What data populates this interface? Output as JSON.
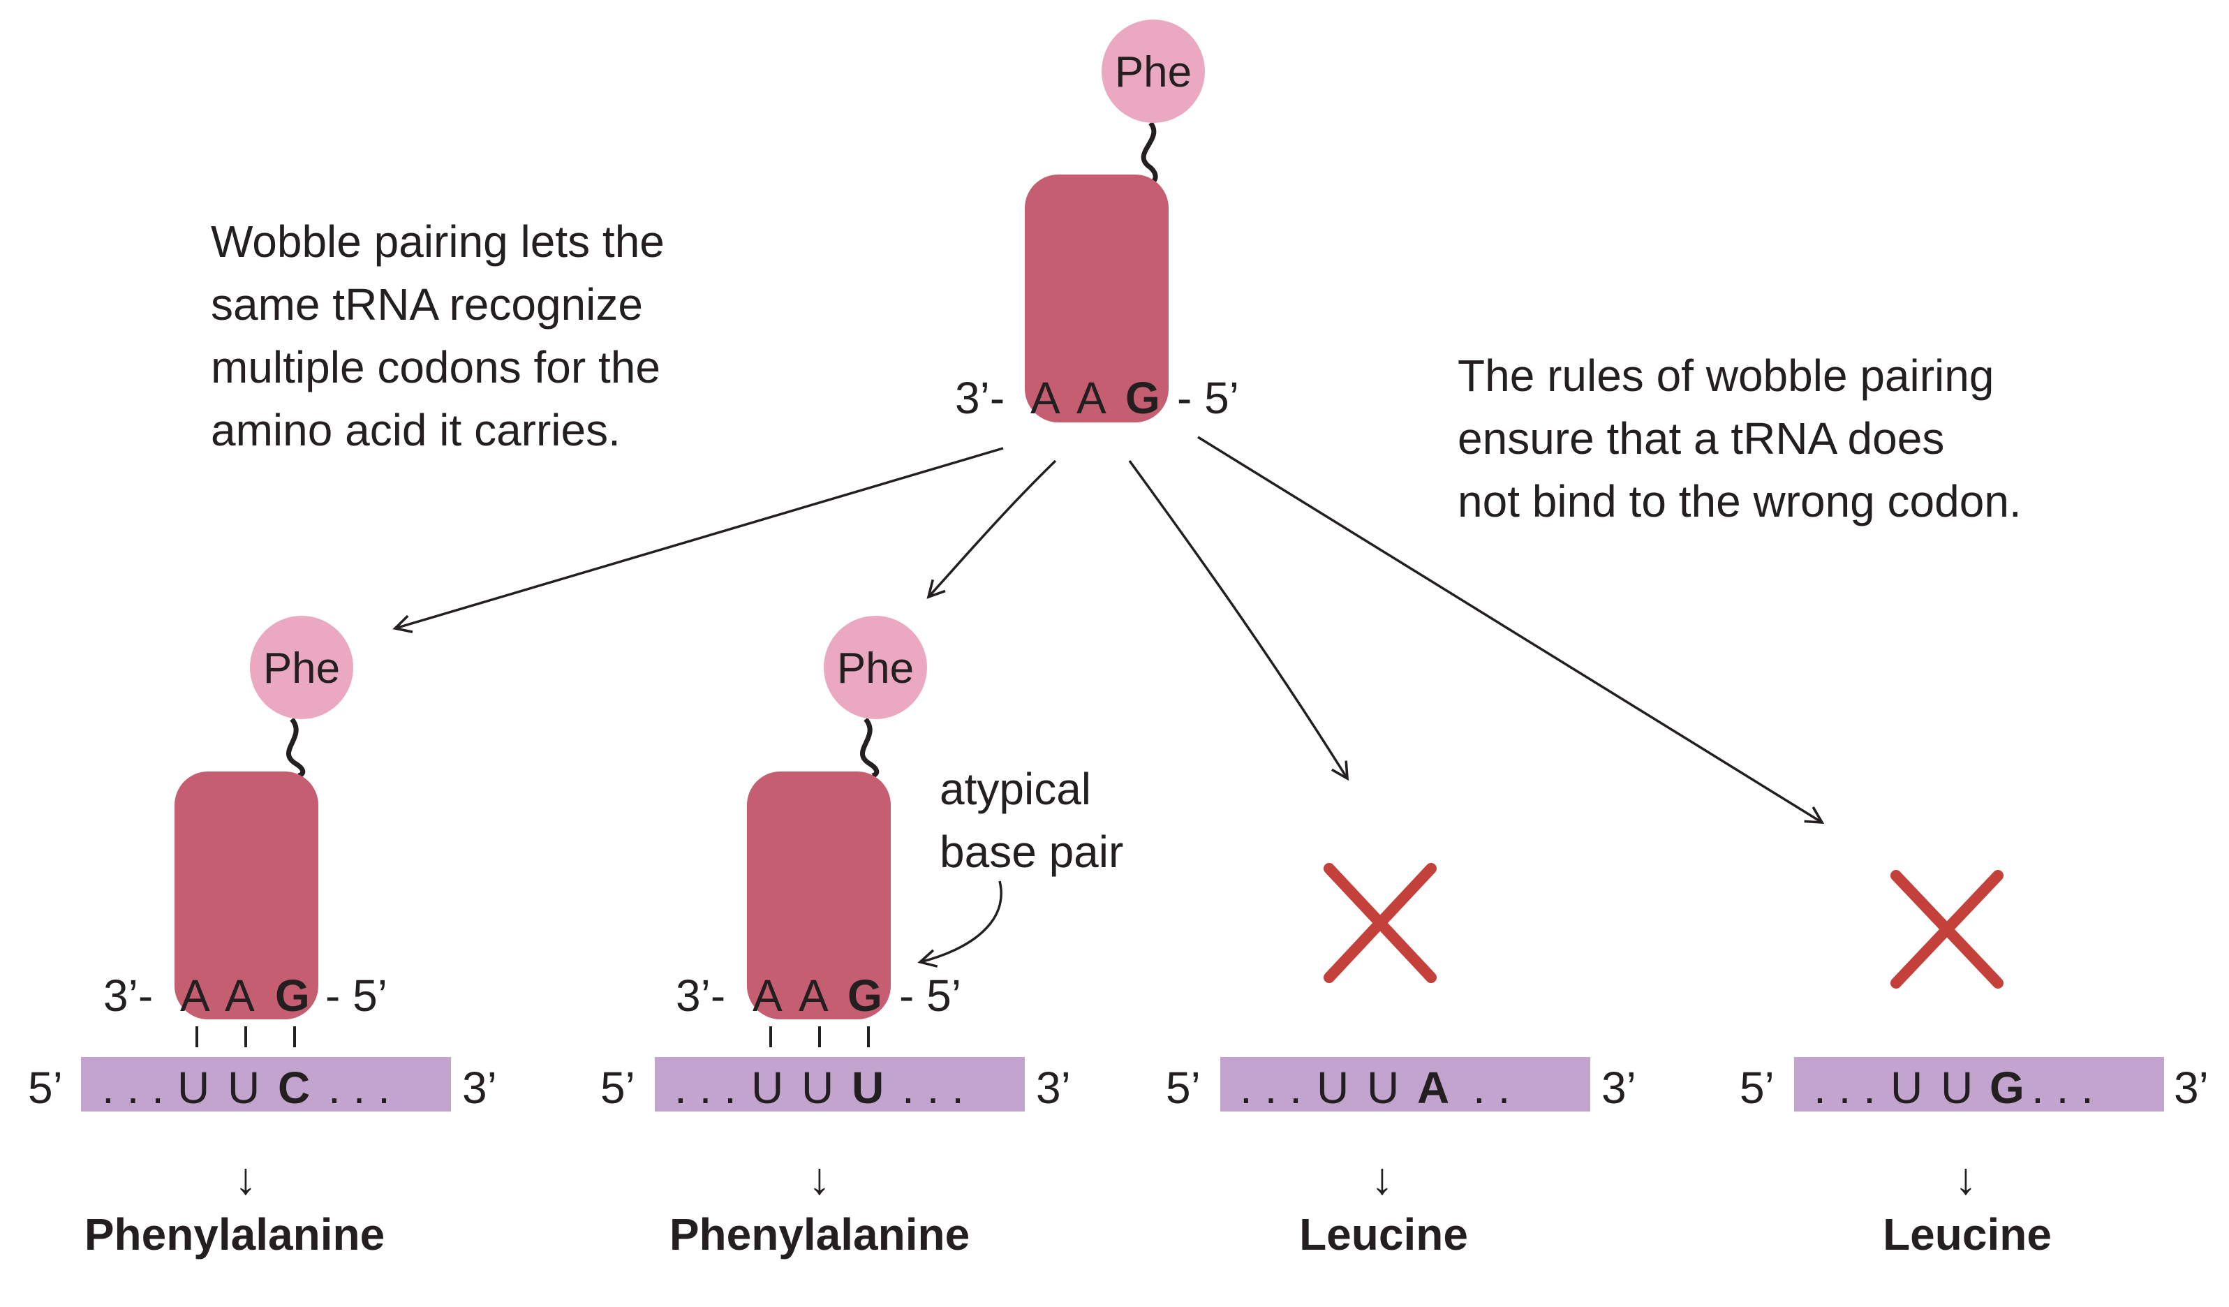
{
  "colors": {
    "trna_body": "#c55e71",
    "aa_circle": "#eaa8c1",
    "mrna_strip": "#c3a4cf",
    "cross": "#c4403b",
    "ink": "#231f20"
  },
  "notes": {
    "left": [
      "Wobble pairing lets the",
      "same tRNA recognize",
      "multiple codons for the",
      "amino acid it carries."
    ],
    "right": [
      "The rules of wobble pairing",
      "ensure that a tRNA does",
      "not bind to the wrong codon."
    ],
    "atypical": [
      "atypical",
      "base pair"
    ]
  },
  "top_trna": {
    "amino_acid": "Phe",
    "end3": "3’-",
    "anticodon": [
      "A",
      "A",
      "G"
    ],
    "end5": "- 5’"
  },
  "panels": [
    {
      "amino_acid": "Phe",
      "anticodon": {
        "end3": "3’-",
        "bases": [
          "A",
          "A",
          "G"
        ],
        "end5": "- 5’"
      },
      "mrna": {
        "end5": "5’",
        "lead": ". . .",
        "b1": "U",
        "b2": "U",
        "wobble": "C",
        "trail": ". . .",
        "end3": "3’"
      },
      "arrow": "↓",
      "result": "Phenylalanine"
    },
    {
      "amino_acid": "Phe",
      "anticodon": {
        "end3": "3’-",
        "bases": [
          "A",
          "A",
          "G"
        ],
        "end5": "- 5’"
      },
      "mrna": {
        "end5": "5’",
        "lead": ". . .",
        "b1": "U",
        "b2": "U",
        "wobble": "U",
        "trail": ". . .",
        "end3": "3’"
      },
      "arrow": "↓",
      "result": "Phenylalanine"
    },
    {
      "mrna": {
        "end5": "5’",
        "lead": ". . .",
        "b1": "U",
        "b2": "U",
        "wobble": "A",
        "trail": ". .",
        "end3": "3’"
      },
      "arrow": "↓",
      "result": "Leucine"
    },
    {
      "mrna": {
        "end5": "5’",
        "lead": ". . .",
        "b1": "U",
        "b2": "U",
        "wobble": "G",
        "trail": ". . .",
        "end3": "3’"
      },
      "arrow": "↓",
      "result": "Leucine"
    }
  ]
}
